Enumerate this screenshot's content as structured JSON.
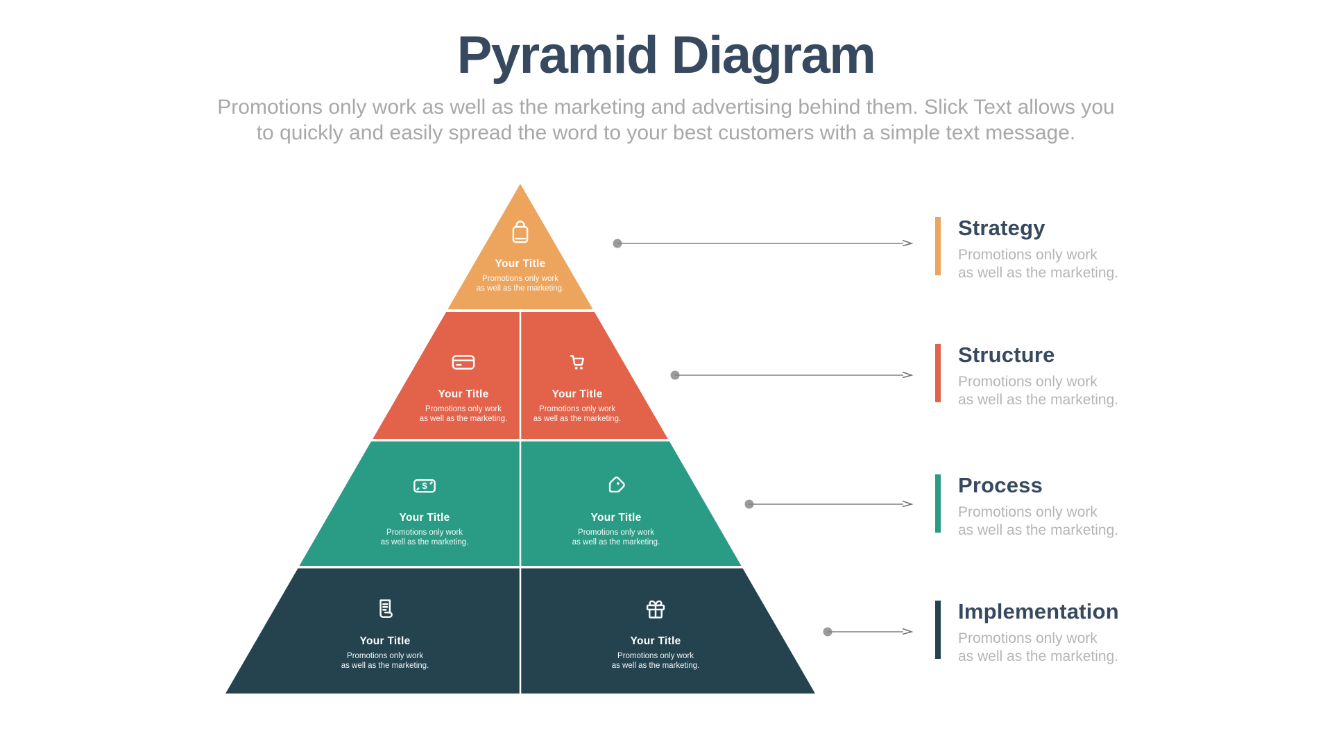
{
  "header": {
    "title": "Pyramid Diagram",
    "subtitle_line1": "Promotions only work as well as the marketing and advertising behind them. Slick Text allows you",
    "subtitle_line2": "to quickly and easily spread the word to your best customers with a simple text message."
  },
  "theme": {
    "orange": "#EDA45C",
    "red": "#E2624A",
    "teal": "#2A9C86",
    "navy": "#24434F",
    "heading_color": "#36495E",
    "subtitle_color": "#A8A8A8",
    "label_desc_color": "#B5B5B5",
    "arrow_color": "#8C8C8C",
    "white": "#FFFFFF"
  },
  "pyramid": {
    "levels": [
      {
        "name": "level-1",
        "color_key": "orange"
      },
      {
        "name": "level-2",
        "color_key": "red"
      },
      {
        "name": "level-3",
        "color_key": "teal"
      },
      {
        "name": "level-4",
        "color_key": "navy"
      }
    ],
    "segments": [
      {
        "icon": "shopping-bag",
        "title": "Your Title",
        "desc1": "Promotions only work",
        "desc2": "as well as the marketing."
      },
      {
        "icon": "credit-card",
        "title": "Your Title",
        "desc1": "Promotions only work",
        "desc2": "as well as the marketing."
      },
      {
        "icon": "shopping-cart",
        "title": "Your Title",
        "desc1": "Promotions only work",
        "desc2": "as well as the marketing."
      },
      {
        "icon": "money-bill",
        "title": "Your Title",
        "desc1": "Promotions only work",
        "desc2": "as well as the marketing."
      },
      {
        "icon": "price-tag",
        "title": "Your Title",
        "desc1": "Promotions only work",
        "desc2": "as well as the marketing."
      },
      {
        "icon": "receipt",
        "title": "Your Title",
        "desc1": "Promotions only work",
        "desc2": "as well as the marketing."
      },
      {
        "icon": "gift",
        "title": "Your Title",
        "desc1": "Promotions only work",
        "desc2": "as well as the marketing."
      }
    ]
  },
  "labels": [
    {
      "title": "Strategy",
      "desc1": "Promotions only work",
      "desc2": "as well as the marketing."
    },
    {
      "title": "Structure",
      "desc1": "Promotions only work",
      "desc2": "as well as the marketing."
    },
    {
      "title": "Process",
      "desc1": "Promotions only work",
      "desc2": "as well as the marketing."
    },
    {
      "title": "Implementation",
      "desc1": "Promotions only work",
      "desc2": "as well as the marketing."
    }
  ]
}
